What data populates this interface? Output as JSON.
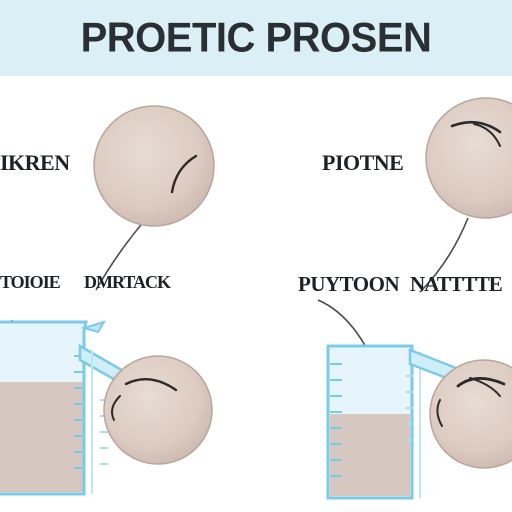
{
  "title": "PROETIC PROSEN",
  "labels": {
    "left_top": "IKREN",
    "right_top": "PIOTNE",
    "left_mid_1": "TOIOIE",
    "left_mid_2": "DMRTACK",
    "right_mid_1": "PUYTOON",
    "right_mid_2": "NATTTTE"
  },
  "colors": {
    "header_bg": "#dbeff7",
    "sphere": "#dccbc1",
    "liquid": "#d6c8c0",
    "glass": "#7ccbe6",
    "text": "#1d2226"
  }
}
